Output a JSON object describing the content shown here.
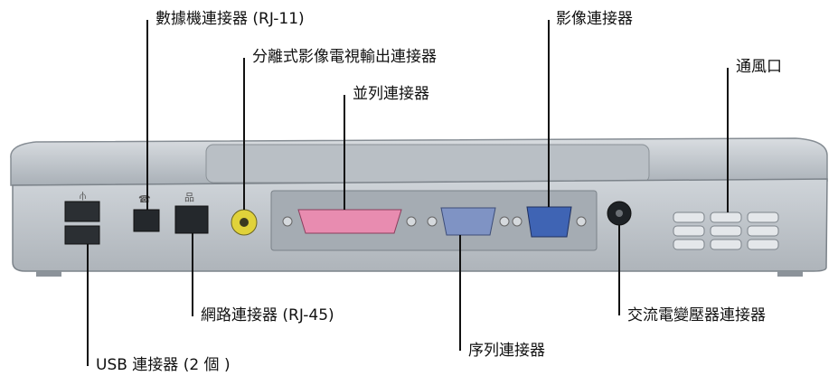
{
  "labels": {
    "modem": "數據機連接器 (RJ-11)",
    "svideo": "分離式影像電視輸出連接器",
    "parallel": "並列連接器",
    "video": "影像連接器",
    "vent": "通風口",
    "network": "網路連接器 (RJ-45)",
    "serial": "序列連接器",
    "ac_adapter": "交流電變壓器連接器",
    "usb": "USB 連接器 (2 個 )"
  },
  "colors": {
    "chassis": "#c4c9ce",
    "chassis_dark": "#8f969d",
    "parallel_port": "#e88cb0",
    "video_port": "#3f64b4",
    "serial_port": "#7f93c4",
    "svideo_port": "#e0d23a"
  },
  "icons": {
    "usb": "usb-trident-icon",
    "modem": "phone-jack-icon",
    "network": "network-icon"
  }
}
